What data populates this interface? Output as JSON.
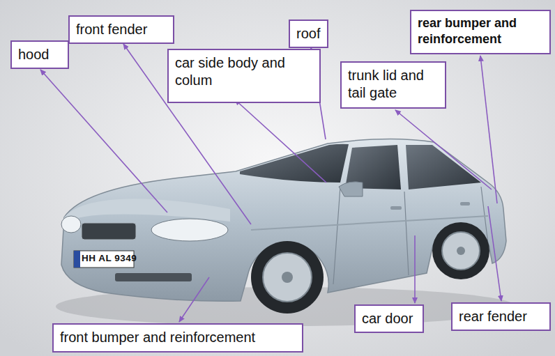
{
  "diagram": {
    "nodes": [
      {
        "text": [
          "hood"
        ]
      },
      {
        "text": [
          "front fender"
        ]
      },
      {
        "text": [
          "car side body and colum"
        ]
      },
      {
        "text": [
          "roof"
        ]
      },
      {
        "text": [
          "trunk lid and tail gate"
        ]
      },
      {
        "text": [
          "rear bumper and reinforcement"
        ]
      },
      {
        "text": [
          "front bumper and reinforcement"
        ]
      },
      {
        "text": [
          "car door"
        ]
      },
      {
        "text": [
          "rear fender"
        ]
      }
    ],
    "labels": [
      "HH AL 9349"
    ]
  }
}
